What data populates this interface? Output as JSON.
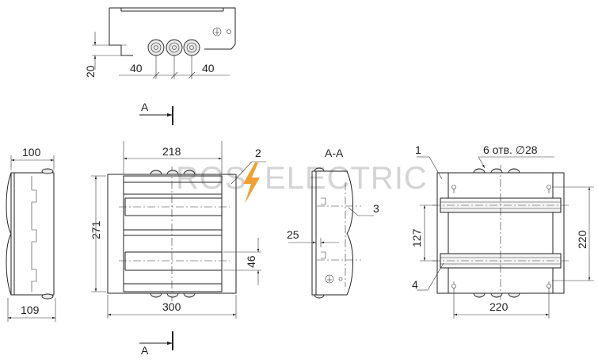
{
  "watermark": {
    "left": "ROS",
    "right": "ELECTRIC",
    "bolt_color": "#f0a030",
    "text_color": "#d4d4d4"
  },
  "top_view": {
    "dim_height": "20",
    "dim_left": "40",
    "dim_right": "40"
  },
  "section_marks": {
    "top": "A",
    "bottom": "A"
  },
  "side_view": {
    "dim_top": "100",
    "dim_bottom": "109"
  },
  "front_view": {
    "dim_inner_width": "218",
    "dim_height": "271",
    "dim_width": "300",
    "dim_rail_height": "46",
    "callout": "2"
  },
  "section_view": {
    "title": "A-A",
    "dim_depth": "25",
    "callout": "3"
  },
  "rear_view": {
    "holes_note": "6 отв. ∅28",
    "dim_rail_spacing": "127",
    "dim_hole_vertical": "220",
    "dim_hole_horizontal": "220",
    "callout_top": "1",
    "callout_bottom": "4"
  },
  "colors": {
    "line": "#222222",
    "background": "#ffffff"
  }
}
